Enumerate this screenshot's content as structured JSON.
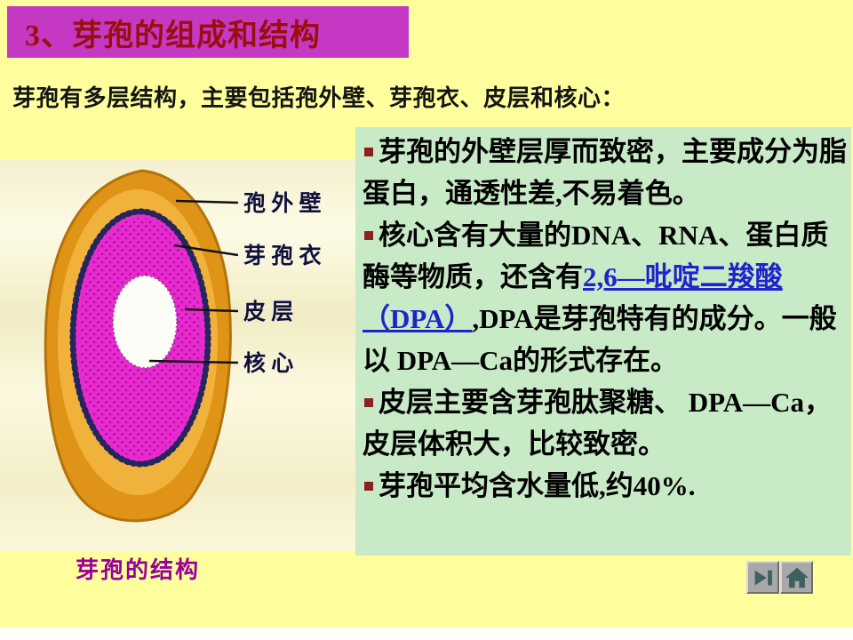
{
  "title": "3、芽孢的组成和结构",
  "intro": "芽孢有多层结构，主要包括孢外壁、芽孢衣、皮层和核心：",
  "diagram": {
    "caption": "芽孢的结构",
    "labels": {
      "outer_wall": "孢 外 壁",
      "spore_coat": "芽 孢 衣",
      "cortex": "皮 层",
      "core": "核 心"
    }
  },
  "bullets": {
    "b1": "芽孢的外壁层厚而致密，主要成分为脂蛋白，通透性差,不易着色。",
    "b2_pre": "核心含有大量的DNA、RNA、蛋白质酶等物质，还含有",
    "b2_link": "2,6—吡啶二羧酸（DPA）",
    "b2_post": ",DPA是芽孢特有的成分。一般以 DPA—Ca的形式存在。",
    "b3": "皮层主要含芽孢肽聚糖、 DPA—Ca，皮层体积大，比较致密。",
    "b4": "芽孢平均含水量低,约40%."
  },
  "nav": {
    "next_icon": "next-action-button",
    "home_icon": "home-action-button"
  },
  "colors": {
    "page_background": "#FFFF9E",
    "title_background": "#C438C4",
    "title_text": "#9B0E0E",
    "panel_background": "#C8EAC6",
    "link_text": "#2222CC",
    "caption_text": "#990099",
    "bullet_marker": "#8B2222",
    "spore_outer": "#E09417",
    "spore_cortex": "#E82BD0"
  }
}
